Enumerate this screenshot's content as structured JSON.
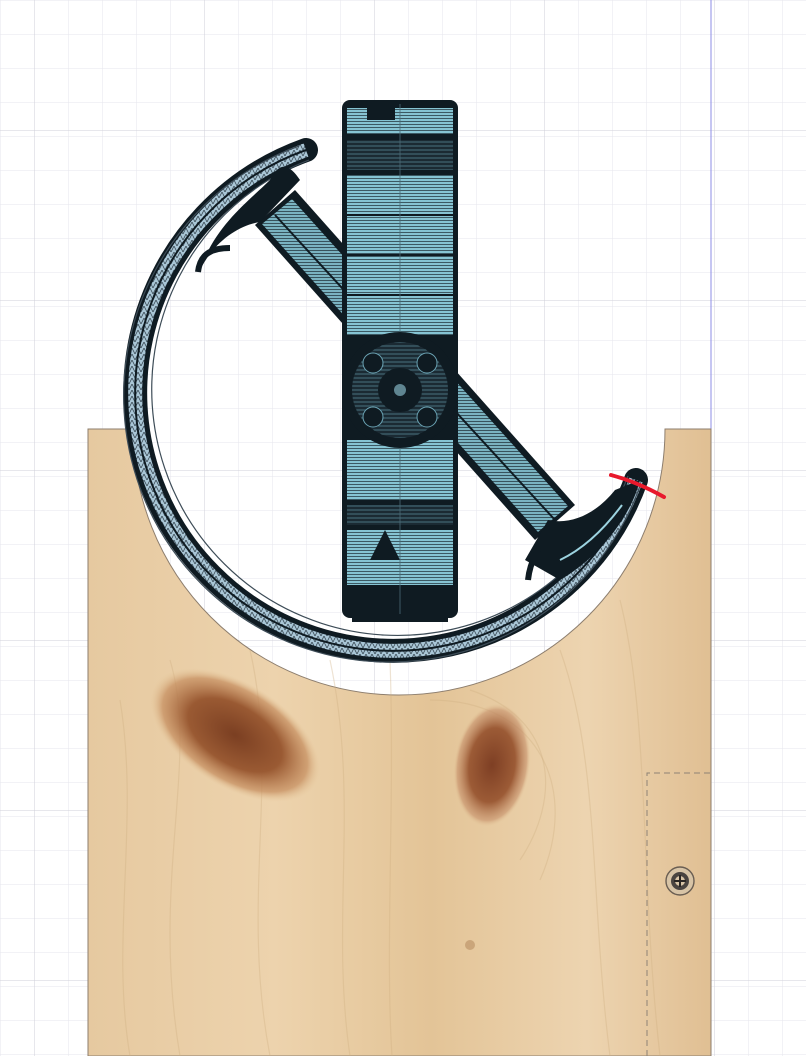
{
  "app": {
    "view": "cad-model-viewport",
    "grid": true
  },
  "colors": {
    "background": "#ffffff",
    "grid_minor": "#e6e6ec",
    "grid_major": "#cfcfd8",
    "axis_line": "#7f7fe0",
    "wood_base": "#e8cca5",
    "wood_dark": "#d9b88a",
    "knot": "#8a4f2a",
    "wireframe_dark": "#0f1b22",
    "wireframe_light": "#9cd3e0",
    "markup": "#e8192c"
  },
  "scene": {
    "objects": [
      {
        "name": "wood-board",
        "material": "pine"
      },
      {
        "name": "spool-ring",
        "style": "wireframe"
      },
      {
        "name": "spool-spoke",
        "style": "wireframe"
      },
      {
        "name": "rectangular-device",
        "style": "wireframe"
      },
      {
        "name": "center-hub",
        "style": "wireframe"
      },
      {
        "name": "screw-head",
        "style": "hardware"
      },
      {
        "name": "red-markup-line",
        "style": "annotation"
      }
    ]
  }
}
